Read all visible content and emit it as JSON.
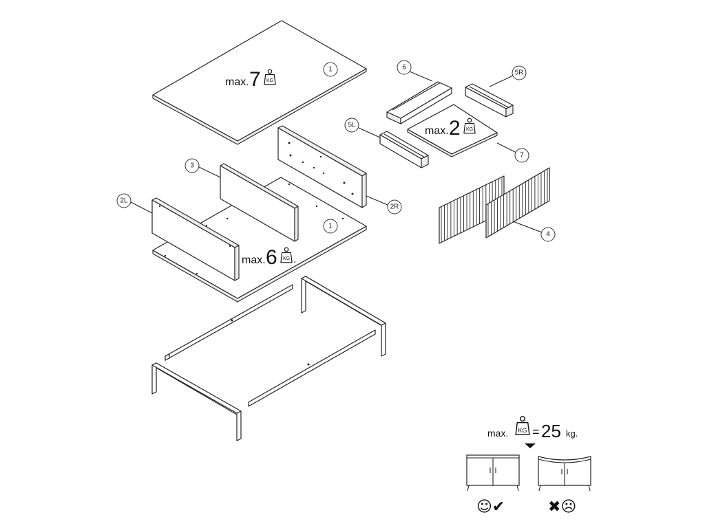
{
  "callouts": {
    "top_panel": "1",
    "bottom_panel": "1",
    "side_left": "2L",
    "side_right": "2R",
    "middle_panel": "3",
    "slat_doors": "4",
    "drawer_left": "5L",
    "drawer_right": "5R",
    "drawer_back": "6",
    "drawer_bottom": "7"
  },
  "loads": {
    "top": {
      "prefix": "max.",
      "value": "7",
      "unit_icon": "KG"
    },
    "drawer": {
      "prefix": "max.",
      "value": "2",
      "unit_icon": "KG"
    },
    "bottom": {
      "prefix": "max.",
      "value": "6",
      "unit_icon": "KG",
      "suffix": "."
    }
  },
  "total_load": {
    "prefix": "max.",
    "unit_icon": "KG",
    "equals": "=",
    "value": "25",
    "unit": "kg."
  },
  "verdict": {
    "ok_icon": "happy-face-check-icon",
    "bad_icon": "cross-sad-face-icon"
  }
}
